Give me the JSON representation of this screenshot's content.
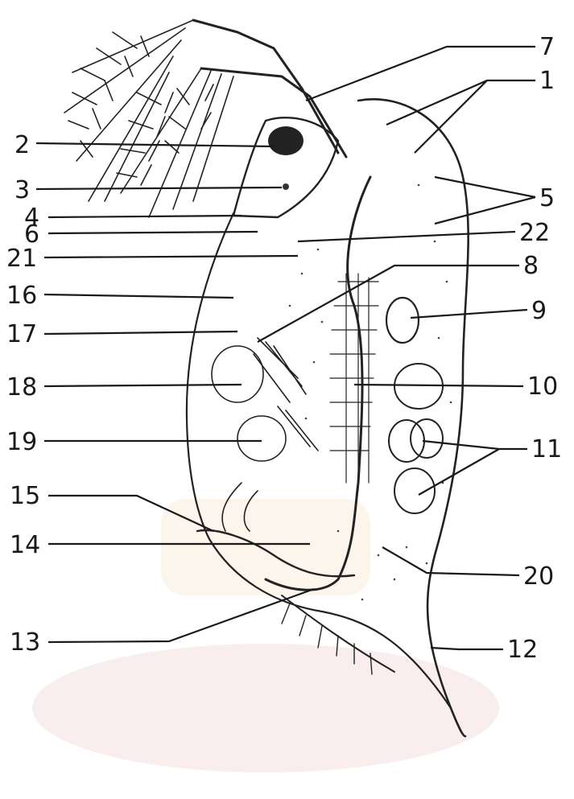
{
  "labels": {
    "l1": "1",
    "l2": "2",
    "l3": "3",
    "l4": "4",
    "l5": "5",
    "l6": "6",
    "l7": "7",
    "l8": "8",
    "l9": "9",
    "l10": "10",
    "l11": "11",
    "l12": "12",
    "l13": "13",
    "l14": "14",
    "l15": "15",
    "l16": "16",
    "l17": "17",
    "l18": "18",
    "l19": "19",
    "l20": "20",
    "l21": "21",
    "l22": "22"
  }
}
